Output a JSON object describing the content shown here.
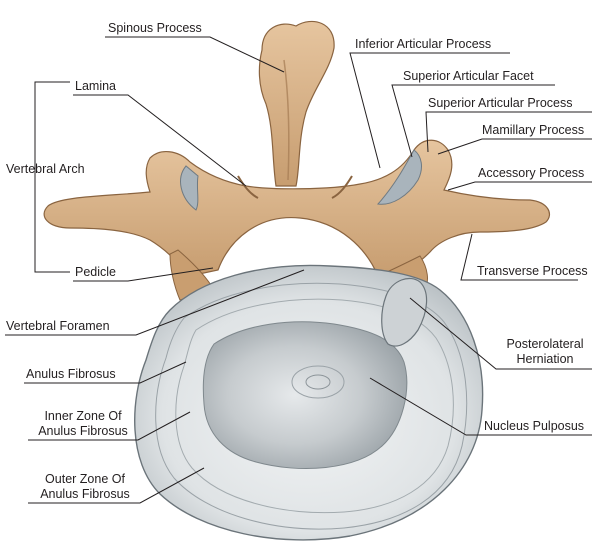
{
  "labels": {
    "spinous_process": "Spinous Process",
    "inferior_articular_process": "Inferior Articular Process",
    "lamina": "Lamina",
    "superior_articular_facet": "Superior Articular Facet",
    "superior_articular_process": "Superior Articular Process",
    "mamillary_process": "Mamillary Process",
    "vertebral_arch": "Vertebral Arch",
    "accessory_process": "Accessory Process",
    "pedicle": "Pedicle",
    "transverse_process": "Transverse Process",
    "vertebral_foramen": "Vertebral Foramen",
    "posterolateral_herniation_line1": "Posterolateral",
    "posterolateral_herniation_line2": "Herniation",
    "anulus_fibrosus": "Anulus Fibrosus",
    "inner_zone_line1": "Inner Zone Of",
    "inner_zone_line2": "Anulus Fibrosus",
    "nucleus_pulposus": "Nucleus Pulposus",
    "outer_zone_line1": "Outer Zone Of",
    "outer_zone_line2": "Anulus Fibrosus"
  },
  "colors": {
    "bone": "#d9b48a",
    "bone_shadow": "#9c7450",
    "cartilage": "#a9b4bc",
    "disc_outer": "#e2e6e8",
    "disc_ring": "#8f989e",
    "nucleus": "#bfc4c7",
    "leader_line": "#231f20"
  }
}
